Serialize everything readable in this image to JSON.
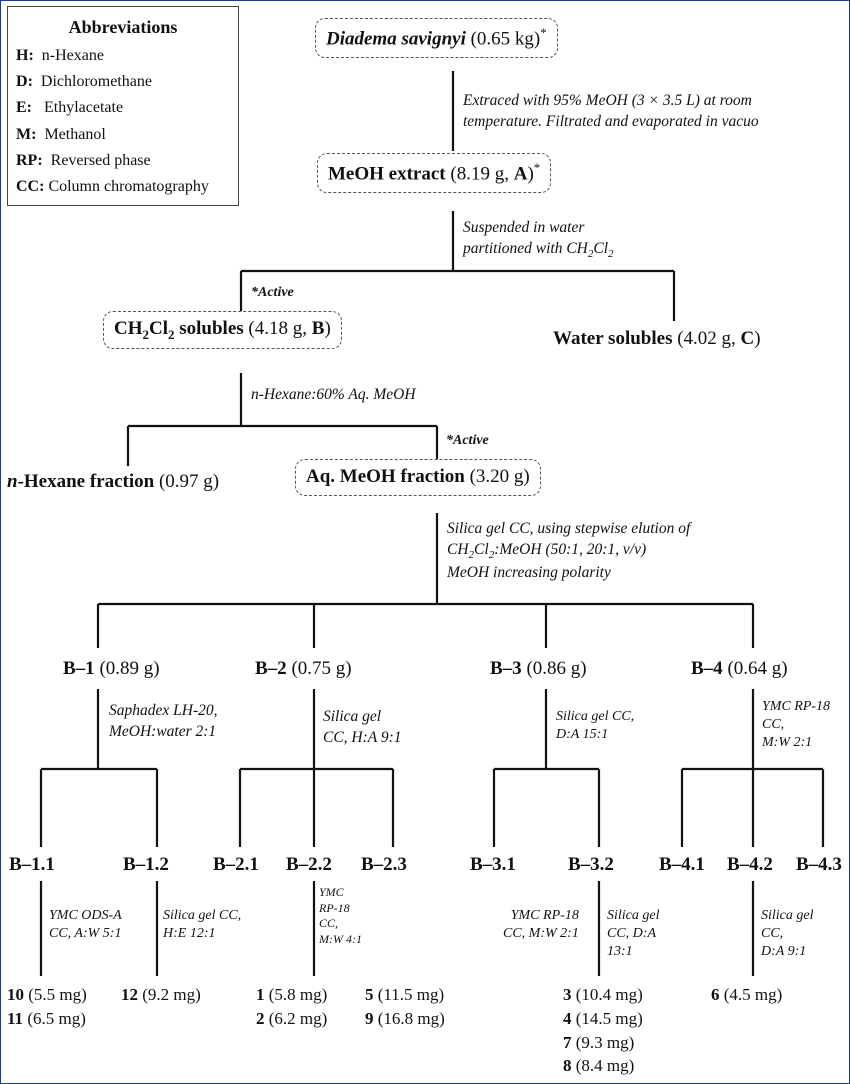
{
  "legend": {
    "title": "Abbreviations",
    "items": [
      {
        "key": "H",
        "sep": ":",
        "value": "n-Hexane",
        "italic_prefix": "n"
      },
      {
        "key": "D",
        "sep": ":",
        "value": "Dichloromethane"
      },
      {
        "key": "E",
        "sep": ":",
        "value": "Ethylacetate"
      },
      {
        "key": "M",
        "sep": ":",
        "value": "Methanol"
      },
      {
        "key": "RP",
        "sep": ":",
        "value": "Reversed phase"
      },
      {
        "key": "CC",
        "sep": ":",
        "value": "Column chromatography"
      }
    ]
  },
  "nodes": {
    "diadema": {
      "name": "Diadema savignyi",
      "amount": " (0.65 kg)",
      "mark": "*"
    },
    "meoh_extract": {
      "name": "MeOH extract",
      "amount_pre": " (8.19 g, ",
      "code": "A",
      "amount_post": ")",
      "mark": "*"
    },
    "ch2cl2": {
      "pre": "CH",
      "sub1": "2",
      "mid": "Cl",
      "sub2": "2",
      "post": " solubles",
      "amount_pre": " (4.18 g, ",
      "code": "B",
      "amount_post": ")"
    },
    "water": {
      "name": "Water solubles",
      "amount_pre": " (4.02 g, ",
      "code": "C",
      "amount_post": ")"
    },
    "hexane": {
      "italic": "n",
      "name": "-Hexane fraction",
      "amount": " (0.97 g)"
    },
    "aqmeoh": {
      "name": "Aq. MeOH fraction",
      "amount": " (3.20 g)"
    },
    "b1": {
      "name": "B–1",
      "amount": " (0.89 g)"
    },
    "b2": {
      "name": "B–2",
      "amount": " (0.75 g)"
    },
    "b3": {
      "name": "B–3",
      "amount": " (0.86 g)"
    },
    "b4": {
      "name": "B–4",
      "amount": " (0.64 g)"
    },
    "b11": "B–1.1",
    "b12": "B–1.2",
    "b21": "B–2.1",
    "b22": "B–2.2",
    "b23": "B–2.3",
    "b31": "B–3.1",
    "b32": "B–3.2",
    "b41": "B–4.1",
    "b42": "B–4.2",
    "b43": "B–4.3"
  },
  "active_label": "Active",
  "active_mark": "*",
  "notes": {
    "extract": [
      "Extraced with 95% MeOH (3 × 3.5 L) at room",
      "temperature. Filtrated and evaporated in vacuo"
    ],
    "partition": [
      "Suspended in water",
      "partitioned with CH",
      "2",
      "Cl",
      "2"
    ],
    "hexane_meoh": "n-Hexane:60% Aq. MeOH",
    "silica_main": [
      "Silica gel CC, using stepwise elution of",
      "CH",
      "2",
      "Cl",
      "2",
      ":MeOH (50:1, 20:1, v/v)",
      "MeOH increasing polarity"
    ],
    "b1": [
      "Saphadex LH-20,",
      "MeOH:water 2:1"
    ],
    "b2": [
      "Silica gel",
      "CC, H:A 9:1"
    ],
    "b3": [
      "Silica gel CC,",
      "D:A 15:1"
    ],
    "b4": [
      "YMC RP-18",
      "CC,",
      "M:W 2:1"
    ],
    "b11": [
      "YMC ODS-A",
      "CC, A:W 5:1"
    ],
    "b12": [
      "Silica gel CC,",
      "H:E 12:1"
    ],
    "b22": [
      "YMC",
      "RP-18",
      "CC,",
      "M:W 4:1"
    ],
    "b31": [
      "YMC RP-18",
      "CC, M:W 2:1"
    ],
    "b32": [
      "Silica gel",
      "CC, D:A",
      "13:1"
    ],
    "b42": [
      "Silica gel",
      "CC,",
      "D:A 9:1"
    ]
  },
  "compounds": [
    {
      "id": "10",
      "amount": " (5.5 mg)"
    },
    {
      "id": "11",
      "amount": " (6.5 mg)"
    },
    {
      "id": "12",
      "amount": " (9.2 mg)"
    },
    {
      "id": "1",
      "amount": " (5.8 mg)"
    },
    {
      "id": "2",
      "amount": " (6.2 mg)"
    },
    {
      "id": "5",
      "amount": " (11.5 mg)"
    },
    {
      "id": "9",
      "amount": " (16.8 mg)"
    },
    {
      "id": "3",
      "amount": " (10.4 mg)"
    },
    {
      "id": "4",
      "amount": " (14.5 mg)"
    },
    {
      "id": "7",
      "amount": " (9.3 mg)"
    },
    {
      "id": "8",
      "amount": " (8.4 mg)"
    },
    {
      "id": "6",
      "amount": " (4.5 mg)"
    }
  ],
  "colors": {
    "line": "#111111",
    "box_border": "#555555",
    "frame": "#1f3a8a"
  }
}
